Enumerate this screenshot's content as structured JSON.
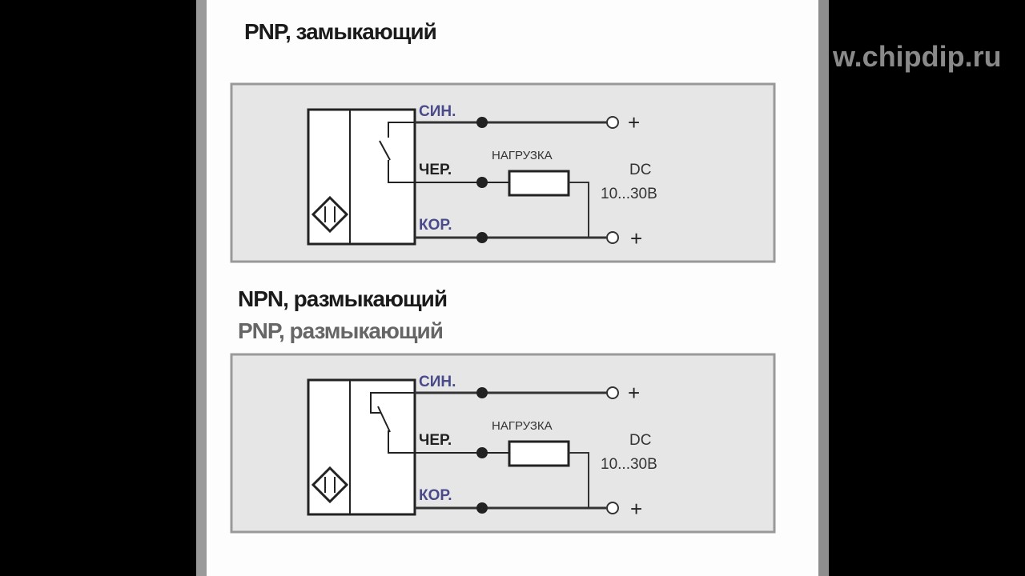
{
  "watermark": "w.chipdip.ru",
  "diagrams": [
    {
      "title": "PNP, замыкающий",
      "wire_labels": [
        "СИН.",
        "ЧЕР.",
        "КОР."
      ],
      "load_label": "НАГРУЗКА",
      "supply_type": "DC",
      "supply_voltage": "10...30В",
      "terminals": [
        "+",
        "+"
      ]
    },
    {
      "title": "NPN, размыкающий",
      "title_ghost": "PNP, размыкающий",
      "wire_labels": [
        "СИН.",
        "ЧЕР.",
        "КОР."
      ],
      "load_label": "НАГРУЗКА",
      "supply_type": "DC",
      "supply_voltage": "10...30В",
      "terminals": [
        "+",
        "+"
      ]
    }
  ],
  "colors": {
    "blue_wire_label": "#4a4a8a",
    "black_wire_label": "#222222",
    "brown_wire_label": "#4a4a8a",
    "diagram_bg": "#e6e6e6"
  }
}
